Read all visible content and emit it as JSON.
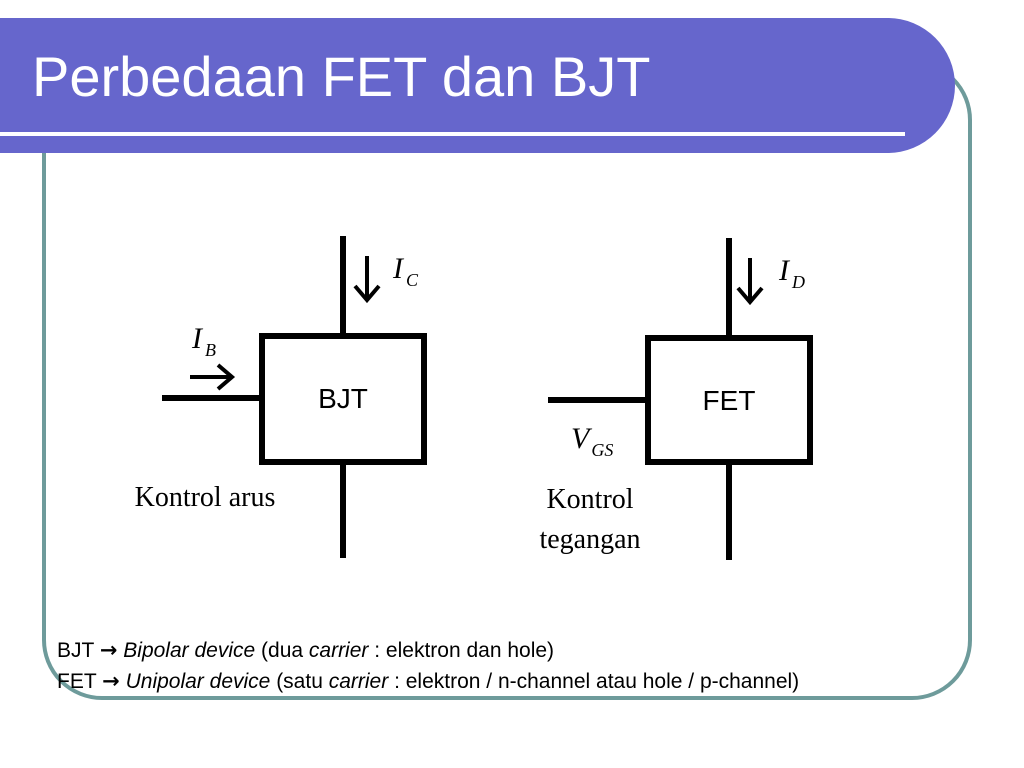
{
  "slide": {
    "title": "Perbedaan FET dan BJT"
  },
  "bjt": {
    "box_label": "BJT",
    "current_collector": {
      "symbol": "I",
      "subscript": "C"
    },
    "current_base": {
      "symbol": "I",
      "subscript": "B"
    },
    "caption": "Kontrol arus"
  },
  "fet": {
    "box_label": "FET",
    "current_drain": {
      "symbol": "I",
      "subscript": "D"
    },
    "voltage_gs": {
      "symbol": "V",
      "subscript": "GS"
    },
    "caption_line1": "Kontrol",
    "caption_line2": "tegangan"
  },
  "notes": [
    {
      "lead": "BJT",
      "arrow": "→",
      "term": "Bipolar device",
      "mid": "(dua",
      "carrier": "carrier",
      "rest": ": elektron dan hole)"
    },
    {
      "lead": "FET",
      "arrow": "→",
      "term": "Unipolar device",
      "mid": "(satu",
      "carrier": "carrier",
      "rest": ": elektron / n-channel atau hole / p-channel)"
    }
  ],
  "colors": {
    "title_bar": "#6666cc",
    "frame": "#6e9b9b"
  }
}
